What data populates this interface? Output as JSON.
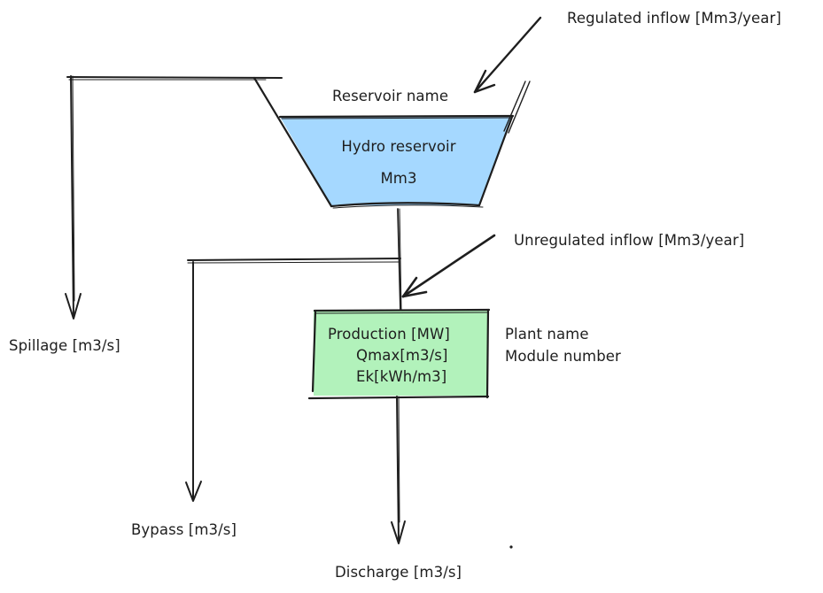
{
  "colors": {
    "reservoir_fill": "#a5d8ff",
    "plant_fill": "#b2f2bb",
    "stroke": "#1e1e1e",
    "background": "#ffffff"
  },
  "reservoir": {
    "name_label": "Reservoir name",
    "title": "Hydro reservoir",
    "unit": "Mm3"
  },
  "plant": {
    "lines": [
      "Production [MW]",
      "Qmax[m3/s]",
      "Ek[kWh/m3]"
    ],
    "name_label": "Plant name",
    "module_label": "Module number"
  },
  "flows": {
    "regulated_inflow": "Regulated inflow [Mm3/year]",
    "unregulated_inflow": "Unregulated inflow [Mm3/year]",
    "spillage": "Spillage [m3/s]",
    "bypass": "Bypass [m3/s]",
    "discharge": "Discharge [m3/s]"
  }
}
